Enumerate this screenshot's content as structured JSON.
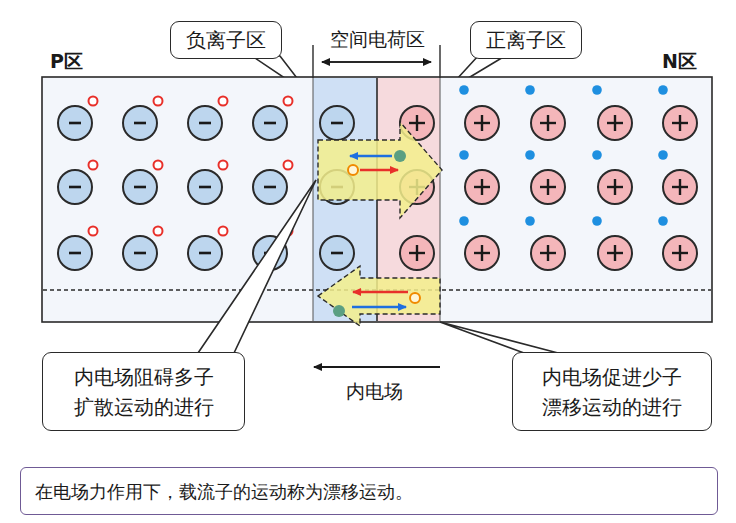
{
  "diagram": {
    "nodes": [
      {
        "text": [
          "负离子区"
        ]
      },
      {
        "text": [
          "正离子区"
        ]
      },
      {
        "text": [
          "内电场阻碍多子扩散运动的进行"
        ]
      },
      {
        "text": [
          "内电场促进少子漂移运动的进行"
        ]
      },
      {
        "text": [
          "在电场力作用下，载流子的运动称为漂移运动。"
        ]
      }
    ],
    "labels": [
      "空间电荷区",
      "P区",
      "N区",
      "内电场"
    ]
  }
}
